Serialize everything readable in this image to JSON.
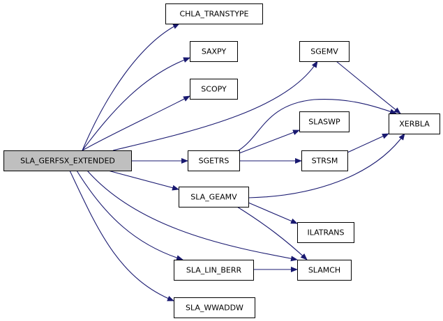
{
  "colors": {
    "edge": "#191970",
    "node_fill": "#ffffff",
    "root_fill": "#bfbfbf",
    "border": "#000000"
  },
  "nodes": [
    {
      "id": "root",
      "label": "SLA_GERFSX_EXTENDED",
      "root": true
    },
    {
      "id": "chla",
      "label": "CHLA_TRANSTYPE"
    },
    {
      "id": "saxpy",
      "label": "SAXPY"
    },
    {
      "id": "scopy",
      "label": "SCOPY"
    },
    {
      "id": "sgemv",
      "label": "SGEMV"
    },
    {
      "id": "xerbla",
      "label": "XERBLA"
    },
    {
      "id": "slaswp",
      "label": "SLASWP"
    },
    {
      "id": "sgetrs",
      "label": "SGETRS"
    },
    {
      "id": "strsm",
      "label": "STRSM"
    },
    {
      "id": "slageamv",
      "label": "SLA_GEAMV"
    },
    {
      "id": "ilatrans",
      "label": "ILATRANS"
    },
    {
      "id": "slalinberr",
      "label": "SLA_LIN_BERR"
    },
    {
      "id": "slamch",
      "label": "SLAMCH"
    },
    {
      "id": "slawwaddw",
      "label": "SLA_WWADDW"
    }
  ],
  "edges": [
    {
      "from": "root",
      "to": "chla"
    },
    {
      "from": "root",
      "to": "saxpy"
    },
    {
      "from": "root",
      "to": "scopy"
    },
    {
      "from": "root",
      "to": "sgemv"
    },
    {
      "from": "root",
      "to": "sgetrs"
    },
    {
      "from": "root",
      "to": "slageamv"
    },
    {
      "from": "root",
      "to": "slamch"
    },
    {
      "from": "root",
      "to": "slalinberr"
    },
    {
      "from": "root",
      "to": "slawwaddw"
    },
    {
      "from": "sgemv",
      "to": "xerbla"
    },
    {
      "from": "sgetrs",
      "to": "xerbla"
    },
    {
      "from": "sgetrs",
      "to": "slaswp"
    },
    {
      "from": "sgetrs",
      "to": "strsm"
    },
    {
      "from": "strsm",
      "to": "xerbla"
    },
    {
      "from": "slageamv",
      "to": "xerbla"
    },
    {
      "from": "slageamv",
      "to": "ilatrans"
    },
    {
      "from": "slageamv",
      "to": "slamch"
    },
    {
      "from": "slalinberr",
      "to": "slamch"
    }
  ]
}
